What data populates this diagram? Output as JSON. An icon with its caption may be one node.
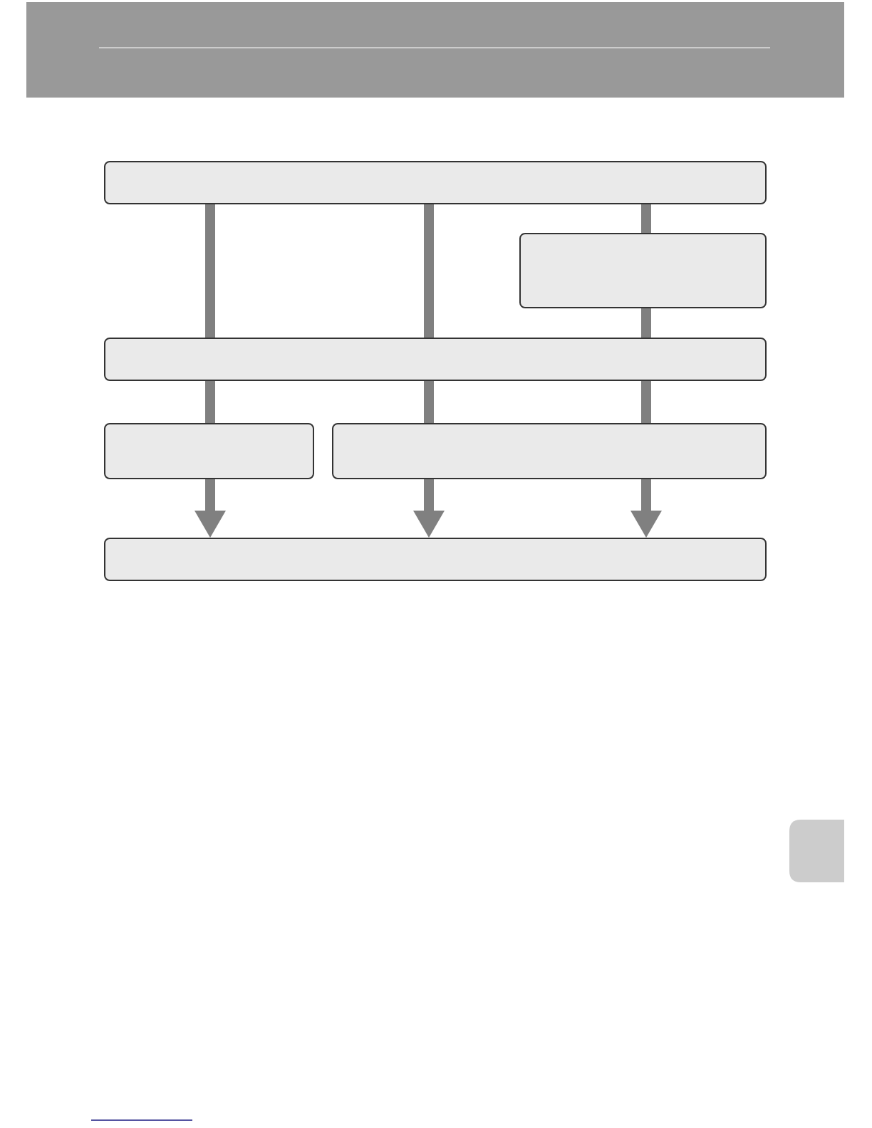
{
  "diagram": {
    "nodes": [
      {
        "text": [],
        "shape": "box"
      },
      {
        "text": [],
        "shape": "box"
      },
      {
        "text": [],
        "shape": "box"
      },
      {
        "text": [],
        "shape": "box"
      },
      {
        "text": [],
        "shape": "box"
      },
      {
        "text": [],
        "shape": "box"
      }
    ],
    "edges": [
      {
        "from": 0,
        "to": 2,
        "arrow": "none"
      },
      {
        "from": 0,
        "to": 2,
        "arrow": "none"
      },
      {
        "from": 0,
        "to": 1,
        "arrow": "none"
      },
      {
        "from": 1,
        "to": 2,
        "arrow": "none"
      },
      {
        "from": 2,
        "to": 3,
        "arrow": "none"
      },
      {
        "from": 2,
        "to": 4,
        "arrow": "none"
      },
      {
        "from": 2,
        "to": 4,
        "arrow": "none"
      },
      {
        "from": 3,
        "to": 5,
        "arrow": "to"
      },
      {
        "from": 4,
        "to": 5,
        "arrow": "to"
      },
      {
        "from": 4,
        "to": 5,
        "arrow": "to"
      }
    ]
  }
}
